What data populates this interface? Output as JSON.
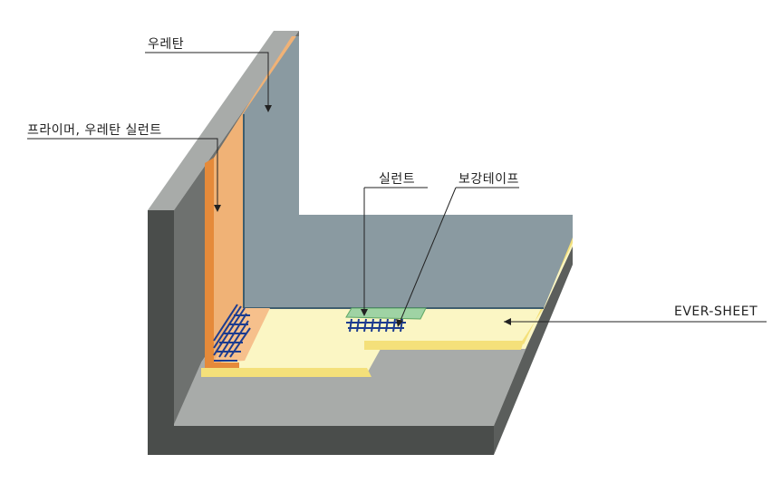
{
  "labels": {
    "urethane": "우레탄",
    "primer_urethane_sealant": "프라이머, 우레탄 실런트",
    "sealant": "실런트",
    "reinforcing_tape": "보강테이프",
    "ever_sheet": "EVER-SHEET"
  },
  "colors": {
    "concrete_dark": "#4a4d4b",
    "concrete_side": "#6e716f",
    "concrete_top": "#a8aba9",
    "urethane": "#8a9aa1",
    "primer_orange": "#e58a3a",
    "primer_light": "#f0b276",
    "ever_sheet": "#fbf6c4",
    "ever_sheet_edge": "#f4e07a",
    "tape_green": "#9fd3a4",
    "mesh_blue": "#1d3c8f"
  }
}
